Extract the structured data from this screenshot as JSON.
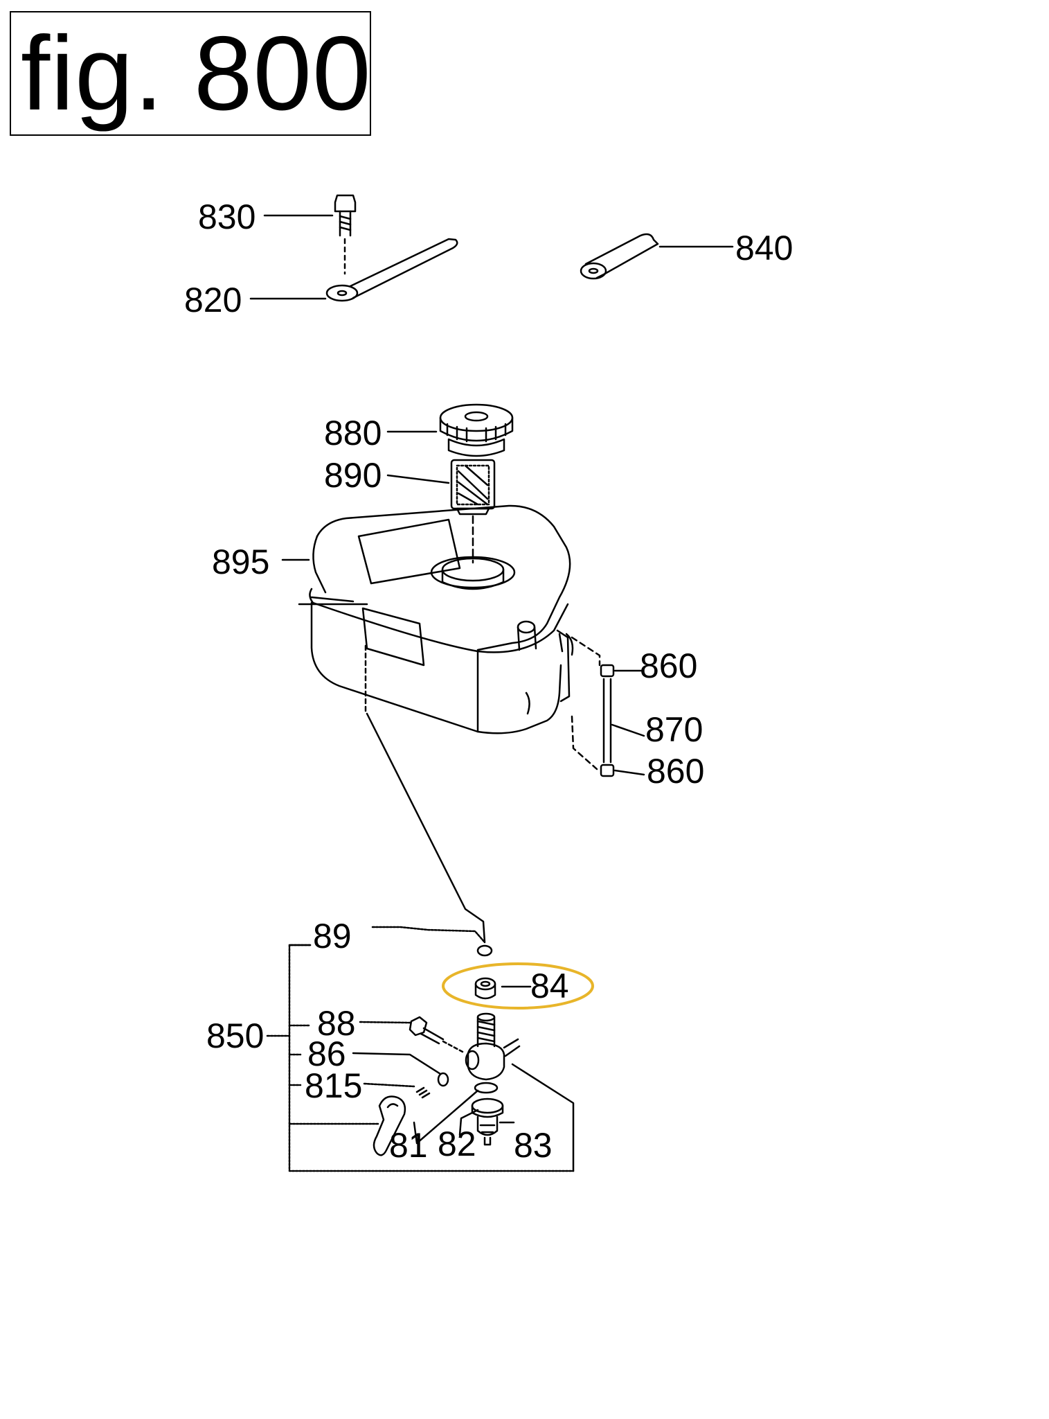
{
  "title": "fig. 800",
  "highlight_color": "#e8b52a",
  "highlighted_part": "84",
  "callouts": {
    "c830": "830",
    "c820": "820",
    "c840": "840",
    "c880": "880",
    "c890": "890",
    "c895": "895",
    "c860a": "860",
    "c870": "870",
    "c860b": "860",
    "c89": "89",
    "c84": "84",
    "c850": "850",
    "c88": "88",
    "c86": "86",
    "c815": "815",
    "c81": "81",
    "c82": "82",
    "c83": "83"
  }
}
